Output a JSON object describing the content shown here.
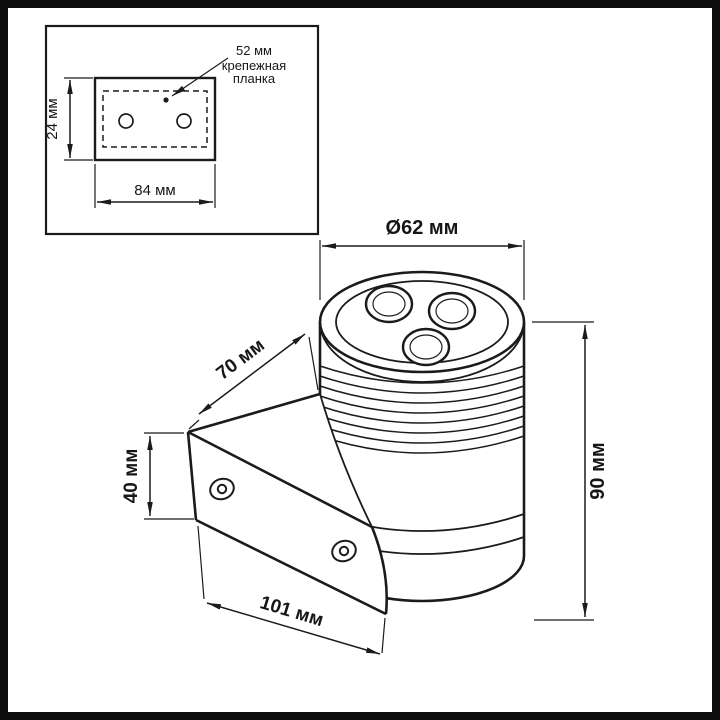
{
  "page": {
    "background": "#ffffff",
    "frame_color": "#0d0d0d",
    "line_color": "#1b1b1b"
  },
  "inset": {
    "callout_dim": "52 мм",
    "callout_line1": "крепежная",
    "callout_line2": "планка",
    "dim_height": "24 мм",
    "dim_width": "84 мм"
  },
  "main": {
    "dim_diameter": "Ø62 мм",
    "dim_depth": "70 мм",
    "dim_bracket_height": "40 мм",
    "dim_height": "90 мм",
    "dim_base": "101 мм"
  }
}
